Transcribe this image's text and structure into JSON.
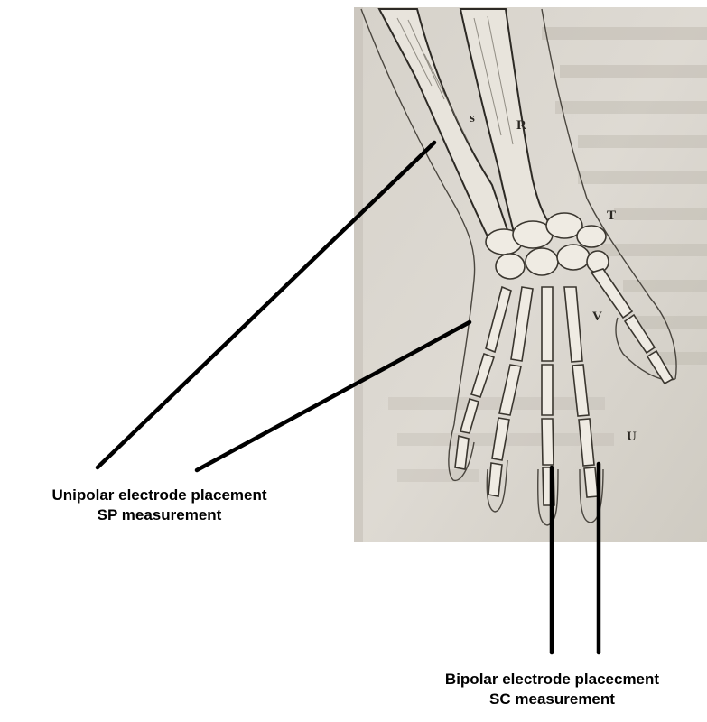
{
  "figure": {
    "bone_labels": {
      "s": "s",
      "r": "R",
      "t": "T",
      "v": "V",
      "u": "U"
    }
  },
  "captions": {
    "unipolar": {
      "line1": "Unipolar electrode placement",
      "line2": "SP measurement"
    },
    "bipolar": {
      "line1": "Bipolar electrode placecment",
      "line2": "SC measurement"
    }
  },
  "colors": {
    "paper": "#d9d5cd",
    "ink": "#2d2a25",
    "pointer": "#000000"
  }
}
